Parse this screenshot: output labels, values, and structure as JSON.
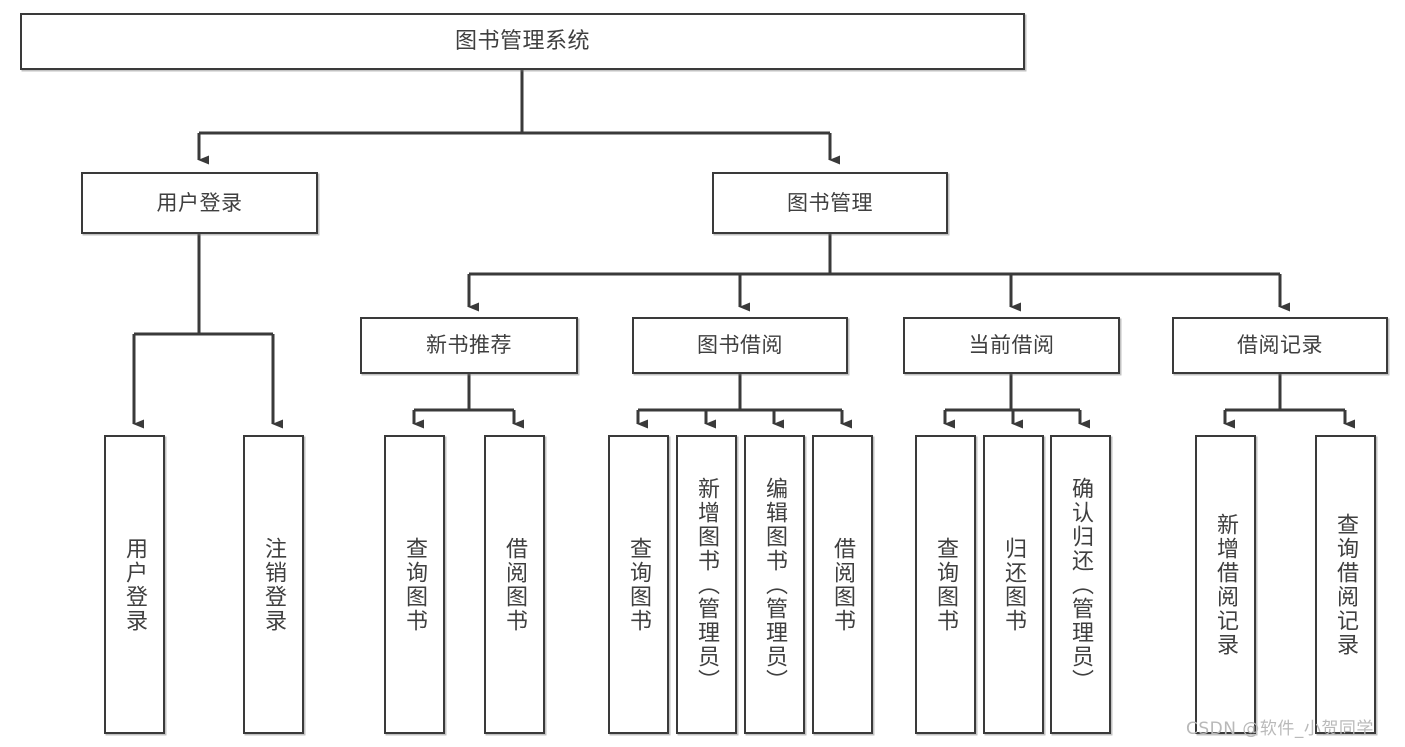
{
  "diagram": {
    "title_node": {
      "label": "图书管理系统"
    },
    "level1": [
      {
        "id": "user-login",
        "label": "用户登录"
      },
      {
        "id": "book-manage",
        "label": "图书管理"
      }
    ],
    "level2": [
      {
        "id": "new-book-recommend",
        "label": "新书推荐"
      },
      {
        "id": "book-borrow",
        "label": "图书借阅"
      },
      {
        "id": "current-borrow",
        "label": "当前借阅"
      },
      {
        "id": "borrow-record",
        "label": "借阅记录"
      }
    ],
    "leaves": [
      {
        "id": "leaf-user-login",
        "label": "用户登录",
        "parent": "user-login"
      },
      {
        "id": "leaf-logout-login",
        "label": "注销登录",
        "parent": "user-login"
      },
      {
        "id": "leaf-query-book-1",
        "label": "查询图书",
        "parent": "new-book-recommend"
      },
      {
        "id": "leaf-borrow-book-1",
        "label": "借阅图书",
        "parent": "new-book-recommend"
      },
      {
        "id": "leaf-query-book-2",
        "label": "查询图书",
        "parent": "book-borrow"
      },
      {
        "id": "leaf-add-book",
        "label": "新增图书（管理员）",
        "parent": "book-borrow"
      },
      {
        "id": "leaf-edit-book",
        "label": "编辑图书（管理员）",
        "parent": "book-borrow"
      },
      {
        "id": "leaf-borrow-book-2",
        "label": "借阅图书",
        "parent": "book-borrow"
      },
      {
        "id": "leaf-query-book-3",
        "label": "查询图书",
        "parent": "current-borrow"
      },
      {
        "id": "leaf-return-book",
        "label": "归还图书",
        "parent": "current-borrow"
      },
      {
        "id": "leaf-confirm-return",
        "label": "确认归还（管理员）",
        "parent": "current-borrow"
      },
      {
        "id": "leaf-add-borrow-record",
        "label": "新增借阅记录",
        "parent": "borrow-record"
      },
      {
        "id": "leaf-query-borrow-record",
        "label": "查询借阅记录",
        "parent": "borrow-record"
      }
    ],
    "colors": {
      "stroke": "#3a3a3a",
      "text": "#3f3f3f",
      "background": "#ffffff",
      "watermark": "#b9b9b9"
    }
  },
  "watermark": {
    "text": "CSDN @软件_小贺同学"
  }
}
